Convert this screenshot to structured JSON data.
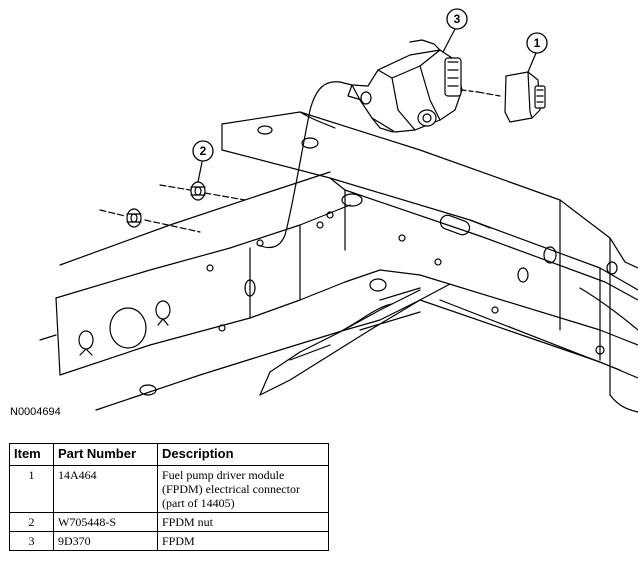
{
  "figure": {
    "id": "N0004694",
    "callouts": [
      "1",
      "2",
      "3"
    ]
  },
  "table": {
    "headers": {
      "item": "Item",
      "part_number": "Part Number",
      "description": "Description"
    },
    "rows": [
      {
        "item": "1",
        "part_number": "14A464",
        "description_lines": [
          "Fuel pump driver module",
          "(FPDM) electrical connector",
          "(part of 14405)"
        ]
      },
      {
        "item": "2",
        "part_number": "W705448-S",
        "description_lines": [
          "FPDM nut"
        ]
      },
      {
        "item": "3",
        "part_number": "9D370",
        "description_lines": [
          "FPDM"
        ]
      }
    ]
  }
}
